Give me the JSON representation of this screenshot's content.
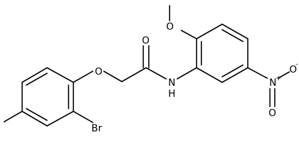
{
  "atom_labels": {
    "methoxy_o": "O",
    "carbonyl_o": "O",
    "ether_o": "O",
    "amide_n": "N",
    "amide_h": "H",
    "nitro_n": "N",
    "nitro_o_minus": "O",
    "nitro_minus": "-",
    "nitro_o_top": "O",
    "nitro_plus": "+",
    "bromo": "Br"
  }
}
